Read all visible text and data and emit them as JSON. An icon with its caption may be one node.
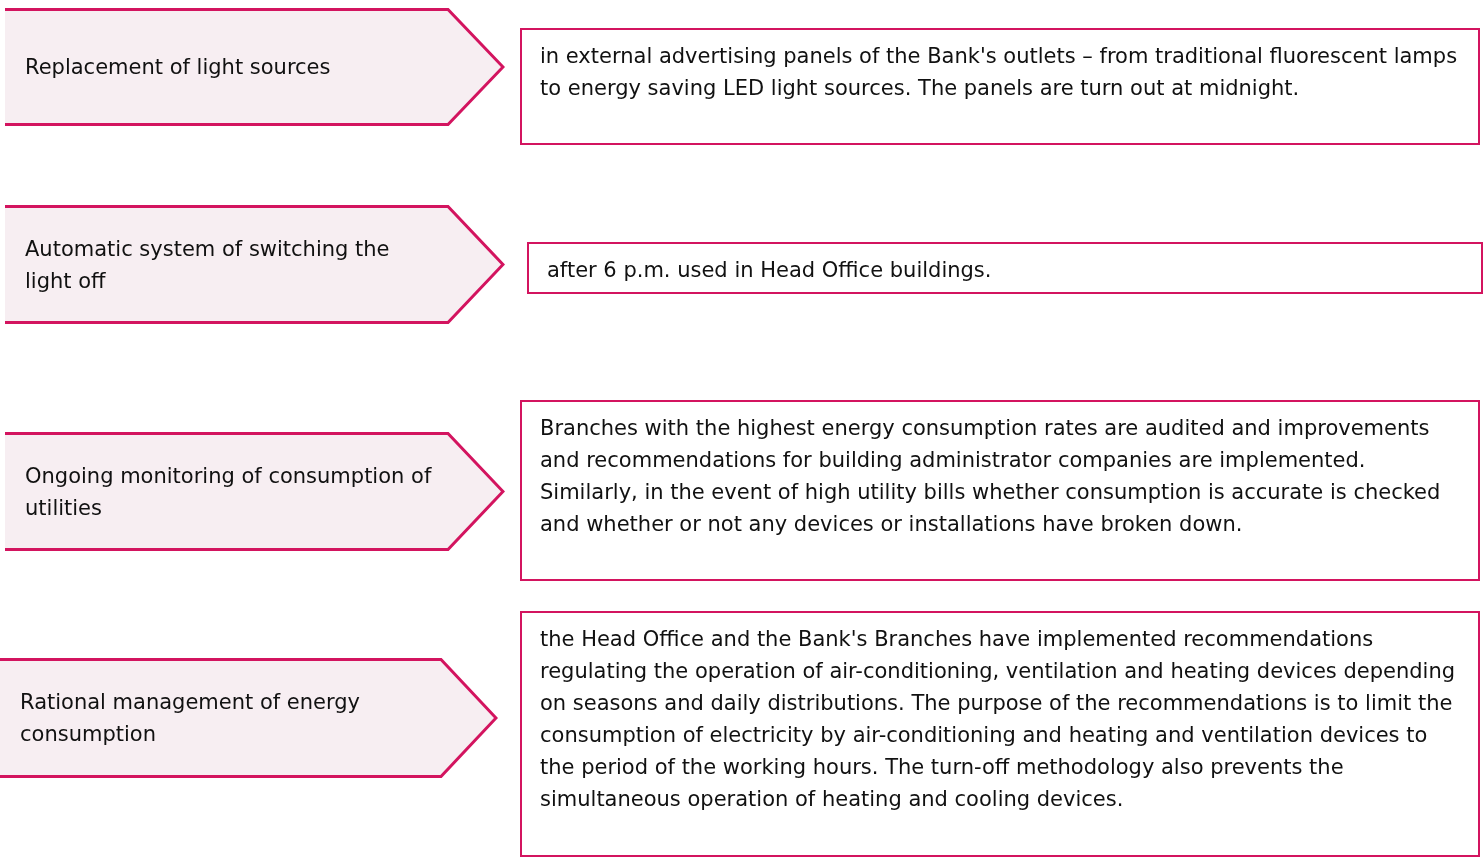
{
  "diagram": {
    "nodes": [
      {
        "text": [
          "Replacement of light sources"
        ]
      },
      {
        "text": [
          "in external advertising panels of the Bank's outlets – from traditional fluorescent lamps to energy saving LED light sources. The panels are turn out at midnight."
        ]
      },
      {
        "text": [
          "Automatic system of switching the light off"
        ]
      },
      {
        "text": [
          "after 6 p.m. used in Head Office buildings."
        ]
      },
      {
        "text": [
          "Ongoing monitoring of consumption of utilities"
        ]
      },
      {
        "text": [
          "Branches with the highest energy consumption rates are audited and improvements and recommendations for building administrator companies are implemented. Similarly, in the event of high utility bills whether consumption is accurate is checked and whether or not any devices or installations have broken down."
        ]
      },
      {
        "text": [
          "Rational management of energy consumption"
        ]
      },
      {
        "text": [
          "the Head Office and the Bank's Branches have implemented recommendations regulating the operation of air-conditioning, ventilation and heating devices depending on seasons and daily distributions. The purpose of the recommendations is to limit the consumption of electricity by air-conditioning and heating and ventilation devices to the period of the working hours. The turn-off methodology also prevents the simultaneous operation of heating and cooling devices."
        ]
      }
    ]
  }
}
